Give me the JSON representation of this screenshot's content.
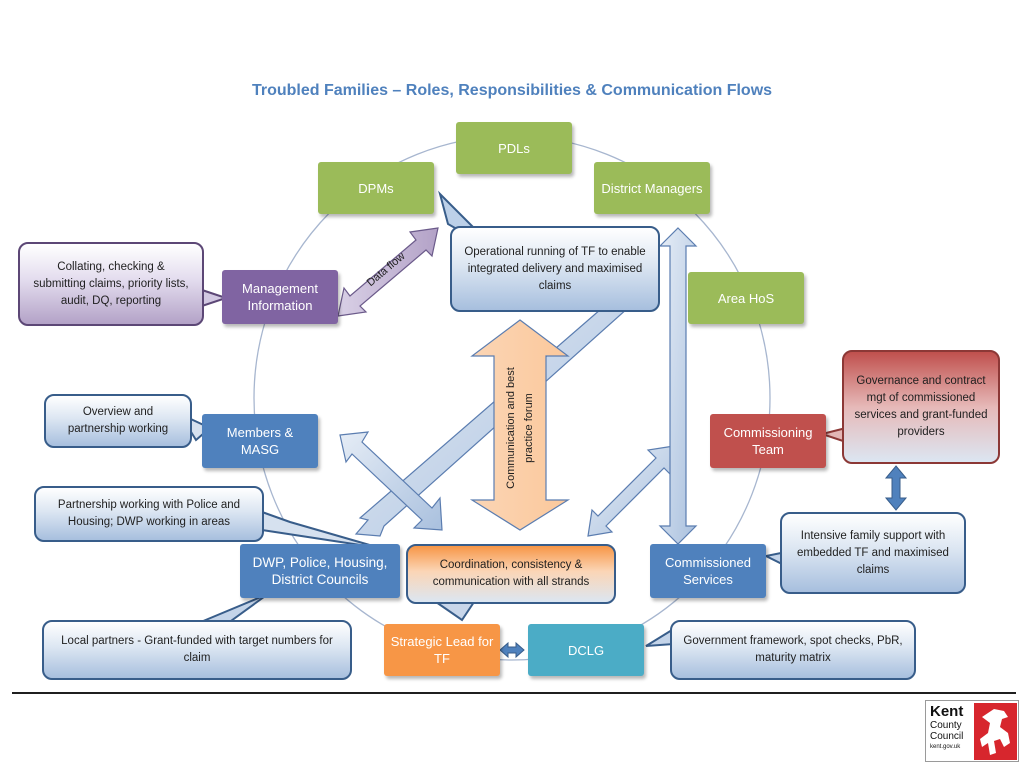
{
  "title": "Troubled Families – Roles, Responsibilities & Communication Flows",
  "nodes": {
    "pdls": "PDLs",
    "dpms": "DPMs",
    "district_managers": "District Managers",
    "area_hos": "Area HoS",
    "management_information": "Management Information",
    "members_masg": "Members & MASG",
    "commissioning_team": "Commissioning Team",
    "dwp_police": "DWP, Police, Housing, District Councils",
    "commissioned_services": "Commissioned Services",
    "strategic_lead": "Strategic Lead for TF",
    "dclg": "DCLG"
  },
  "callouts": {
    "operational": "Operational running of TF to enable integrated delivery and maximised claims",
    "collating": "Collating, checking & submitting claims, priority lists, audit, DQ, reporting",
    "overview": "Overview and partnership working",
    "partnership_police": "Partnership working with Police and Housing; DWP working in areas",
    "local_partners": "Local partners - Grant-funded with target numbers for claim",
    "governance": "Governance and contract mgt of commissioned services and grant-funded providers",
    "intensive": "Intensive family support with embedded TF and maximised claims",
    "government": "Government framework, spot checks, PbR, maturity matrix",
    "coordination": "Coordination, consistency & communication with all strands"
  },
  "arrow_labels": {
    "data_flow": "Data flow",
    "forum": "Communication and best practice forum"
  },
  "logo": {
    "line1": "Kent",
    "line2": "County",
    "line3": "Council",
    "line4": "kent.gov.uk"
  },
  "colors": {
    "title": "#4f81bd",
    "green": "#9bbb59",
    "purple": "#8064a2",
    "blue": "#4f81bd",
    "red": "#c0504d",
    "orange": "#f79646",
    "teal": "#4bacc6"
  }
}
